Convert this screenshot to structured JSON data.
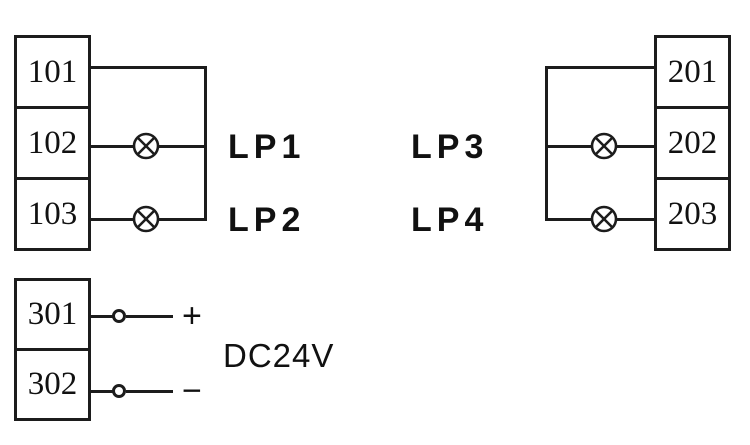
{
  "blocks": {
    "left": {
      "terminals": [
        "101",
        "102",
        "103"
      ]
    },
    "right": {
      "terminals": [
        "201",
        "202",
        "203"
      ]
    },
    "power": {
      "terminals": [
        "301",
        "302"
      ]
    }
  },
  "labels": {
    "lp1": "LP1",
    "lp2": "LP2",
    "lp3": "LP3",
    "lp4": "LP4",
    "plus": "+",
    "minus": "−",
    "supply": "DC24V"
  },
  "colors": {
    "line": "#1c1c1c",
    "background": "#ffffff"
  }
}
